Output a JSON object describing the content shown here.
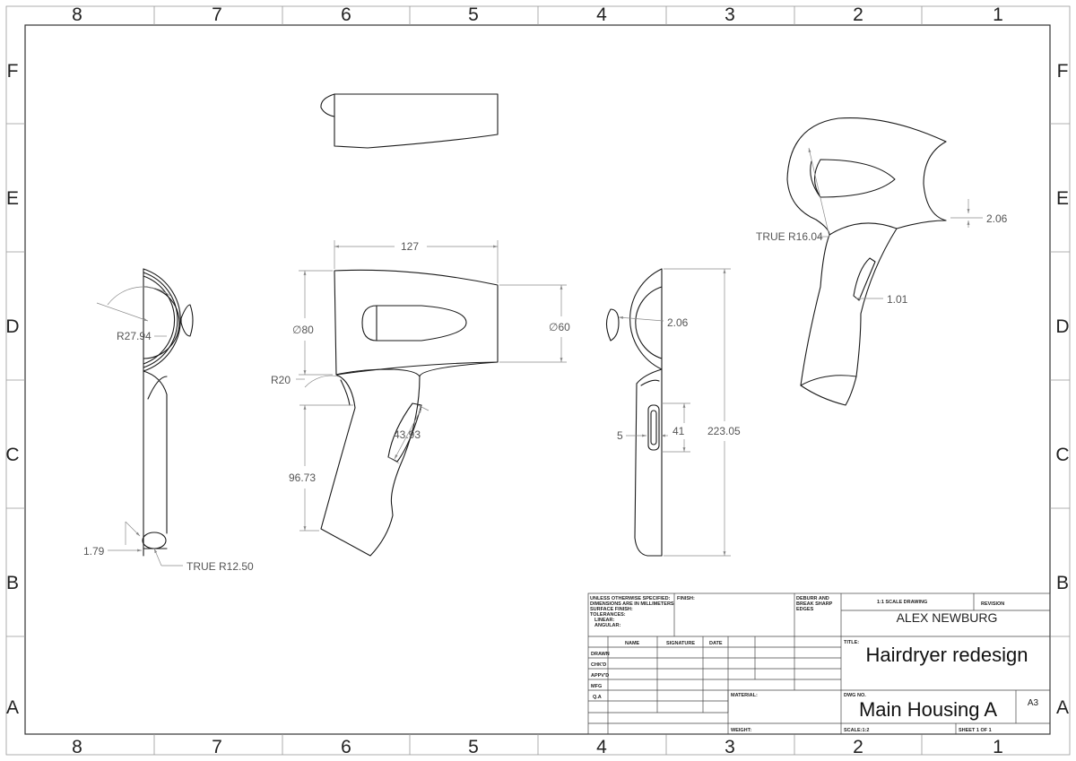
{
  "zones": {
    "columns": [
      "8",
      "7",
      "6",
      "5",
      "4",
      "3",
      "2",
      "1"
    ],
    "rows": [
      "F",
      "E",
      "D",
      "C",
      "B",
      "A"
    ]
  },
  "dimensions": {
    "left_view_radius": "R27.94",
    "left_view_offset": "1.79",
    "left_view_true_radius": "TRUE R12.50",
    "front_width": "127",
    "front_diameter_80": "∅80",
    "front_diameter_60": "∅60",
    "front_radius": "R20",
    "front_handle_length": "96.73",
    "front_slot_length": "43.93",
    "right_view_wall": "2.06",
    "right_view_slot_width": "5",
    "right_view_slot_length": "41",
    "right_view_height": "223.05",
    "iso_true_radius": "TRUE R16.04",
    "iso_wall": "2.06",
    "iso_lip": "1.01"
  },
  "title_block": {
    "notes": [
      "UNLESS OTHERWISE SPECIFIED:",
      "DIMENSIONS ARE IN MILLIMETERS",
      "SURFACE FINISH:",
      "TOLERANCES:",
      "LINEAR:",
      "ANGULAR:"
    ],
    "finish_label": "FINISH:",
    "deburr_lines": [
      "DEBURR AND",
      "BREAK SHARP",
      "EDGES"
    ],
    "scale_drawing_label": "1:1 SCALE DRAWING",
    "revision_label": "REVISION",
    "author": "ALEX NEWBURG",
    "columns": [
      "NAME",
      "SIGNATURE",
      "DATE"
    ],
    "rows": [
      "DRAWN",
      "CHK'D",
      "APPV'D",
      "MFG",
      "Q.A"
    ],
    "title_label": "TITLE:",
    "title": "Hairdryer redesign",
    "material_label": "MATERIAL:",
    "dwg_no_label": "DWG NO.",
    "dwg_no": "Main Housing A",
    "sheet_size": "A3",
    "weight_label": "WEIGHT:",
    "scale_label": "SCALE:1:2",
    "sheet_label": "SHEET 1 OF 1"
  }
}
